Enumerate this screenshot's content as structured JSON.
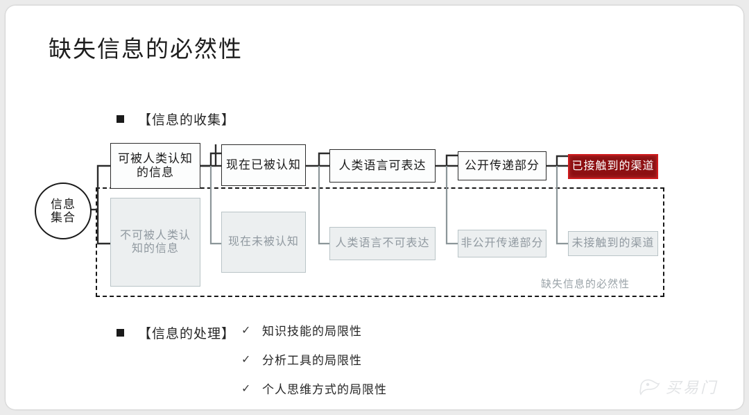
{
  "slide": {
    "title": "缺失信息的必然性",
    "background_color": "#ffffff",
    "page_background": "#ebebeb"
  },
  "bullets": {
    "collect": "【信息的收集】",
    "process": "【信息的处理】",
    "marker": "square-bullet"
  },
  "checklist": {
    "marker": "✓",
    "items": [
      "知识技能的局限性",
      "分析工具的局限性",
      "个人思维方式的局限性"
    ]
  },
  "diagram": {
    "type": "flow-tree",
    "root": {
      "name": "root-circle",
      "lines": [
        "信息",
        "集合"
      ],
      "shape": "circle"
    },
    "dashed_region": {
      "name": "missing-information-region",
      "label": "缺失信息的必然性",
      "border_style": "dashed",
      "border_color": "#161616"
    },
    "branches": [
      {
        "level": 1,
        "top": {
          "lines": [
            "可被人类认知",
            "的信息"
          ],
          "state": "active"
        },
        "bottom": {
          "lines": [
            "不可被人类认",
            "知的信息"
          ],
          "state": "faded"
        }
      },
      {
        "level": 2,
        "top": {
          "lines": [
            "现在已被认知"
          ],
          "state": "active"
        },
        "bottom": {
          "lines": [
            "现在未被认知"
          ],
          "state": "faded"
        }
      },
      {
        "level": 3,
        "top": {
          "lines": [
            "人类语言可表达"
          ],
          "state": "active"
        },
        "bottom": {
          "lines": [
            "人类语言不可表达"
          ],
          "state": "faded"
        }
      },
      {
        "level": 4,
        "top": {
          "lines": [
            "公开传递部分"
          ],
          "state": "active"
        },
        "bottom": {
          "lines": [
            "非公开传递部分"
          ],
          "state": "faded"
        }
      },
      {
        "level": 5,
        "top": {
          "lines": [
            "已接触到的渠道"
          ],
          "state": "highlight"
        },
        "bottom": {
          "lines": [
            "未接触到的渠道"
          ],
          "state": "faded"
        }
      }
    ]
  },
  "colors": {
    "highlight_fill": "#8d1012",
    "highlight_border": "#cf1a1c",
    "faded_fill": "#eceff0",
    "faded_border": "#b9c4c7",
    "faded_text": "#9099a0",
    "active_border": "#2b2b2b",
    "text": "#1a1a1a"
  },
  "watermark": {
    "text": "买易门",
    "mark": "bird-logo-icon"
  }
}
